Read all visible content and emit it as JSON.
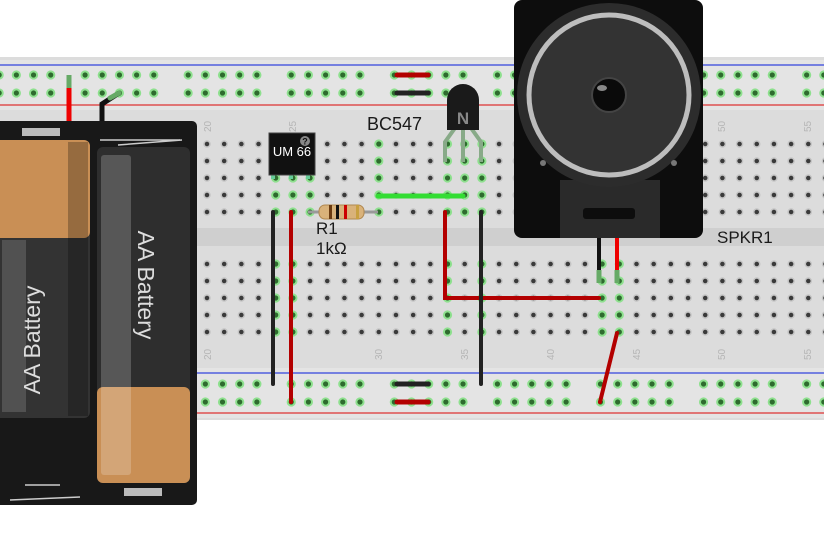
{
  "labels": {
    "transistor": "BC547",
    "resistor_name": "R1",
    "resistor_value": "1kΩ",
    "speaker": "SPKR1",
    "ic": "UM 66",
    "ic_badge": "?",
    "battery_left": "AA Battery",
    "battery_right": "AA Battery",
    "transistor_mark": "N"
  },
  "column_numbers": {
    "top": [
      "20",
      "25",
      "50",
      "55"
    ],
    "bottom": [
      "20",
      "30",
      "35",
      "40",
      "45",
      "50",
      "55"
    ]
  },
  "colors": {
    "breadboard": "#dcdcdc",
    "wire_red": "#cc1111",
    "wire_black": "#222222",
    "wire_green": "#33cc33",
    "hole": "#3a3a3a",
    "hole_connected": "#2e7d32",
    "rail_blue": "#3344dd",
    "rail_red": "#dd3333",
    "battery_copper": "#c98f55"
  }
}
